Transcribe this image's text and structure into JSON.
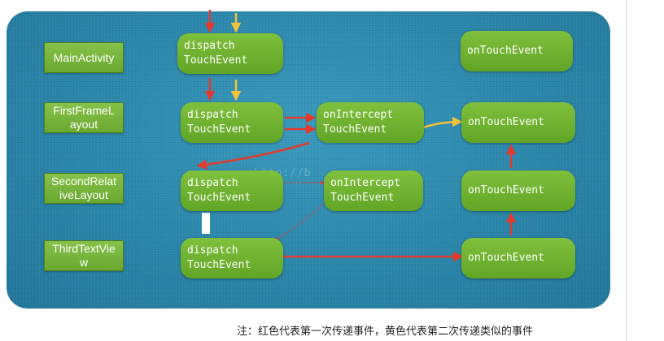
{
  "layers": [
    {
      "label": "MainActivity"
    },
    {
      "label": "FirstFrameL\nayout"
    },
    {
      "label": "SecondRelat\niveLayout"
    },
    {
      "label": "ThirdTextVie\nw"
    }
  ],
  "nodes": {
    "main_dispatch": "dispatch\nTouchEvent",
    "main_ontouch": "onTouchEvent",
    "first_dispatch": "dispatch\nTouchEvent",
    "first_intercept": "onIntercept\nTouchEvent",
    "first_ontouch": "onTouchEvent",
    "second_dispatch": "dispatch\nTouchEvent",
    "second_intercept": "onIntercept\nTouchEvent",
    "second_ontouch": "onTouchEvent",
    "third_dispatch": "dispatch\nTouchEvent",
    "third_ontouch": "onTouchEvent"
  },
  "watermark": "http://b",
  "note": "注：红色代表第一次传递事件，黄色代表第二次传递类似的事件",
  "colors": {
    "panel": "#2d8db0",
    "node": "#6cb32f",
    "first_pass": "#e23b2e",
    "second_pass": "#f2c23a"
  }
}
